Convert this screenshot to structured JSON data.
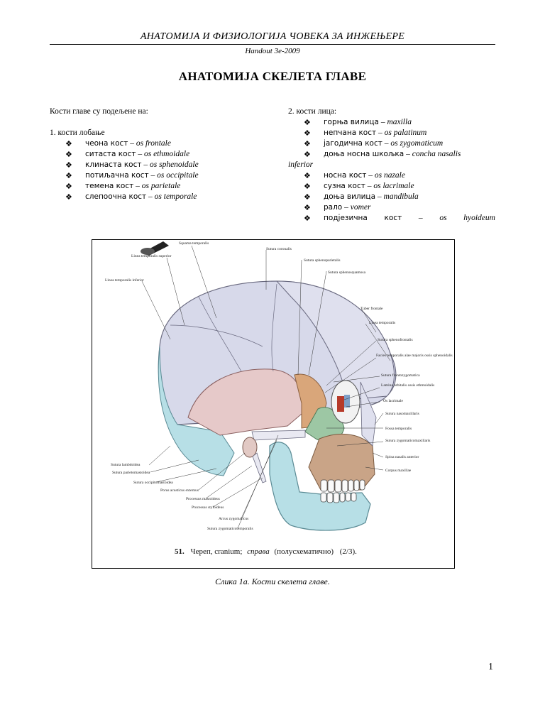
{
  "header": {
    "title": "АНАТОМИЈА И ФИЗИОЛОГИЈА ЧОВЕКА ЗА ИНЖЕЊЕРЕ",
    "handout": "Handout 3e-2009"
  },
  "doc_title": "АНАТОМИЈА СКЕЛЕТА ГЛАВЕ",
  "left_column": {
    "intro": "Кости главе су подељене на:",
    "section1_heading": "1. кости лобање",
    "items": [
      {
        "name": "чеона кост",
        "latin": "os frontale"
      },
      {
        "name": "ситаста кост",
        "latin": "os ethmoidale"
      },
      {
        "name": "клинаста кост",
        "latin": "os sphenoidale"
      },
      {
        "name": "потиљачна кост",
        "latin": "os occipitale"
      },
      {
        "name": "темена кост",
        "latin": "os parietale"
      },
      {
        "name": "слепоочна кост",
        "latin": "os temporale"
      }
    ]
  },
  "right_column": {
    "section2_heading": "2. кости лица:",
    "items": [
      {
        "name": "горња вилица",
        "latin": "maxilla"
      },
      {
        "name": "непчана кост",
        "latin": "os palatinum"
      },
      {
        "name": "јагодична кост",
        "latin": "os zygomaticum"
      },
      {
        "name": "доња носна шкољка",
        "latin": "concha nasalis"
      },
      {
        "name": "носна кост",
        "latin": "os nazale"
      },
      {
        "name": "сузна кост",
        "latin": "os lacrimale"
      },
      {
        "name": "доња вилица",
        "latin": "mandibula"
      },
      {
        "name": "рало",
        "latin": "vomer"
      }
    ],
    "concha_continuation": "inferior",
    "last_item": {
      "name": "подјезична",
      "word2": "кост",
      "dash": "–",
      "latin1": "os",
      "latin2": "hyoideum"
    }
  },
  "dash": "–",
  "bullet_glyph": "❖",
  "figure": {
    "number": "51.",
    "caption_main": "Череп, cranium;",
    "caption_italic": "справа",
    "caption_paren": "(полусхематично)",
    "caption_scale": "(2/3).",
    "labels": [
      "Squama temporalis",
      "Linea temporalis superior",
      "Linea temporalis inferior",
      "Sutura coronalis",
      "Sutura sphenoparietalis",
      "Sutura sphenosquamosa",
      "Tuber frontale",
      "Linea temporalis",
      "Sutura sphenofrontalis",
      "Facies temporalis alae majoris ossis sphenoidalis",
      "Sutura frontozygomatica",
      "Lamina orbitalis ossis ethmoidalis",
      "Os lacrimale",
      "Sutura nasomaxillaris",
      "Fossa temporalis",
      "Sutura zygomaticomaxillaris",
      "Spina nasalis anterior",
      "Corpus maxillae",
      "Sutura lambdoidea",
      "Sutura parietomastoidea",
      "Sutura occipitomastoidea",
      "Porus acusticus externus",
      "Processus mastoideus",
      "Processus styloideus",
      "Arcus zygomaticus",
      "Sutura zygomaticotemporalis"
    ]
  },
  "caption": "Слика 1а. Кости скелета главе.",
  "page_number": "1"
}
